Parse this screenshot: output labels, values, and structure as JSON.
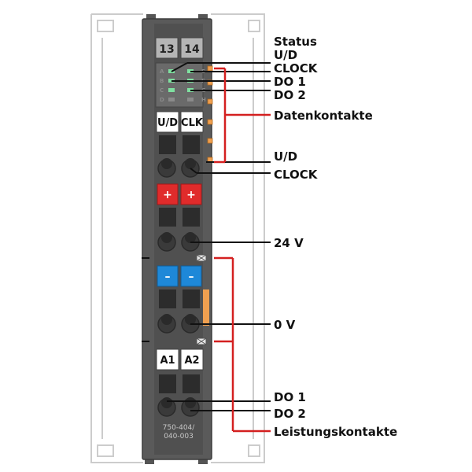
{
  "module": {
    "terminal_numbers": [
      "13",
      "14"
    ],
    "led_row_letters_left": [
      "A",
      "B",
      "C",
      "D"
    ],
    "led_row_letters_right": [
      "E",
      "F",
      "G",
      "H"
    ],
    "top_tags": [
      "U/D",
      "CLK"
    ],
    "plus_sign": "+",
    "minus_sign": "–",
    "bottom_tags": [
      "A1",
      "A2"
    ],
    "part_number_line1": "750-404/",
    "part_number_line2": "040-003",
    "colors": {
      "housing": "#5a5a5a",
      "red_marker": "#e02b2b",
      "blue_marker": "#1e88d8",
      "orange": "#f0a050",
      "led_green": "#7fe0a0",
      "callout_red": "#d42020"
    }
  },
  "callouts": {
    "status": "Status",
    "ud_top": "U/D",
    "clock_top": "CLOCK",
    "do1_top": "DO 1",
    "do2_top": "DO 2",
    "datenkontakte": "Datenkontakte",
    "ud_mid": "U/D",
    "clock_mid": "CLOCK",
    "v24": "24 V",
    "v0": "0 V",
    "do1_bottom": "DO 1",
    "do2_bottom": "DO 2",
    "leistungskontakte": "Leistungskontakte"
  }
}
